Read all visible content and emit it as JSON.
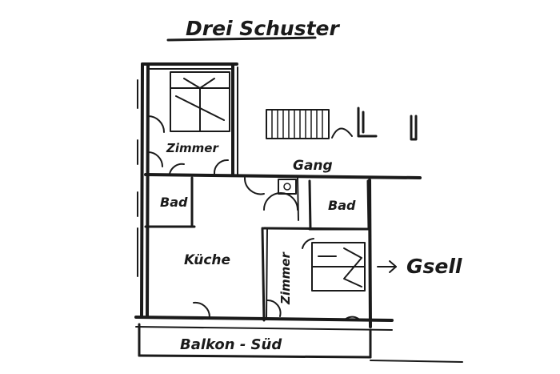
{
  "title": "Drei Schuster",
  "rooms": {
    "zimmer_top": "Zimmer",
    "gang": "Gang",
    "bad_left": "Bad",
    "bad_right": "Bad",
    "kueche": "Küche",
    "zimmer_mid": "Zimmer",
    "balkon": "Balkon - Süd"
  },
  "annotation": {
    "arrow": "→",
    "gsell": "Gsell"
  },
  "symbols": {
    "stairs": "stairs-icon",
    "bed": "bed-icon",
    "sink": "sink-icon",
    "door": "door-swing-icon"
  },
  "colors": {
    "ink": "#1a1a1a",
    "paper": "#ffffff"
  }
}
